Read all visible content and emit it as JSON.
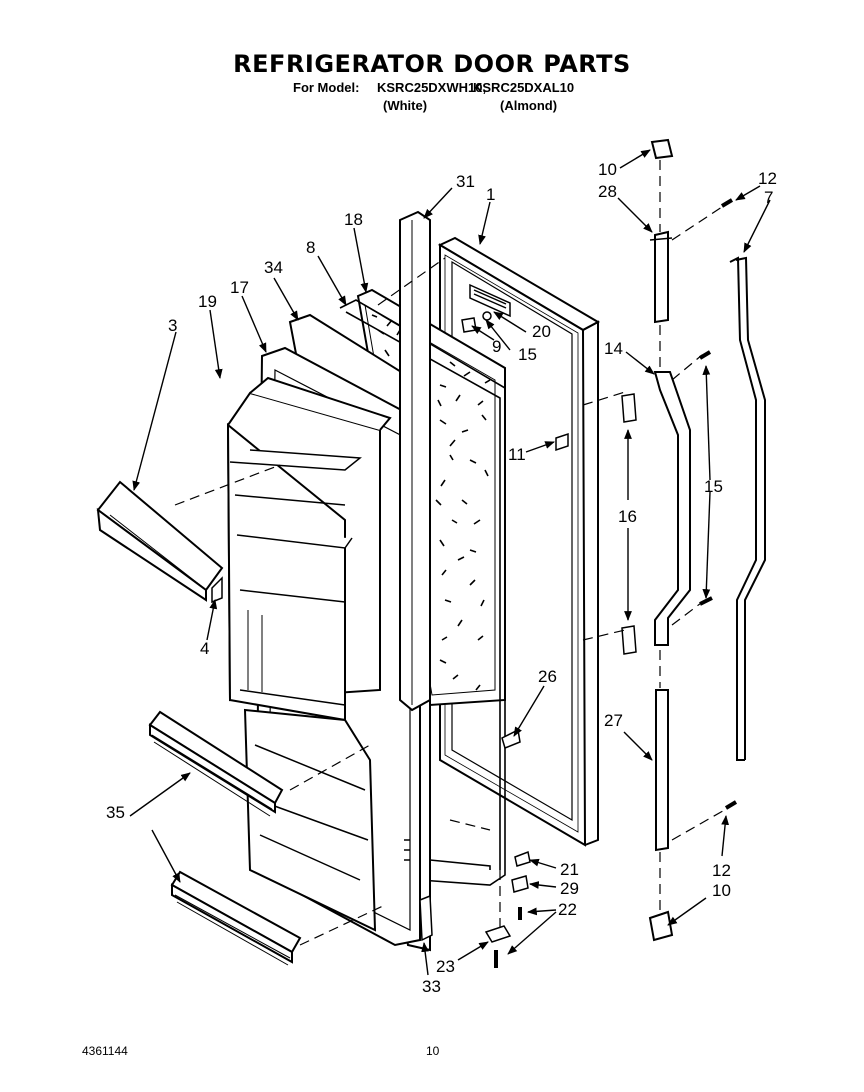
{
  "header": {
    "title": "REFRIGERATOR DOOR PARTS",
    "model_prefix": "For Model:",
    "model_1": "KSRC25DXWH10,",
    "model_2": "KSRC25DXAL10",
    "color_1": "(White)",
    "color_2": "(Almond)"
  },
  "callouts": [
    "31",
    "1",
    "18",
    "8",
    "34",
    "17",
    "19",
    "3",
    "20",
    "9",
    "15",
    "11",
    "4",
    "26",
    "35",
    "21",
    "29",
    "22",
    "23",
    "33",
    "10",
    "28",
    "12",
    "7",
    "14",
    "15",
    "16",
    "27",
    "12",
    "10"
  ],
  "footer": {
    "doc_number": "4361144",
    "page_number": "10"
  },
  "colors": {
    "ink": "#000000",
    "paper": "#ffffff"
  }
}
